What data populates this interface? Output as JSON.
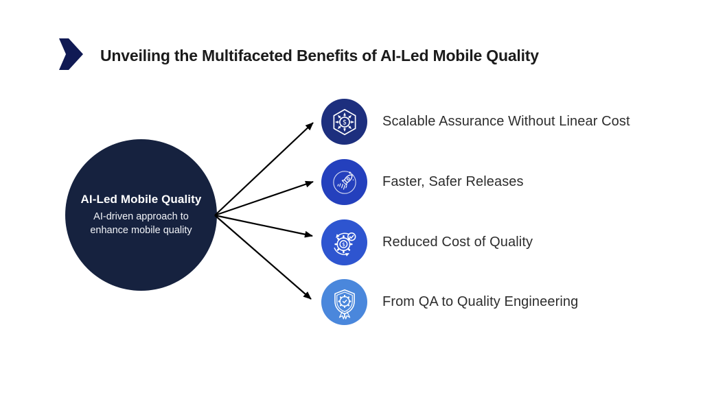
{
  "canvas": {
    "bg_color": "#ffffff"
  },
  "header": {
    "title": "Unveiling the Multifaceted Benefits of AI-Led Mobile Quality",
    "title_color": "#1b1b1b",
    "chevron_color": "#101a54"
  },
  "hub": {
    "title": "AI-Led Mobile Quality",
    "subtitle": "AI-driven approach to enhance mobile quality",
    "bg_color": "#16223f",
    "text_color": "#ffffff"
  },
  "benefits": {
    "items": [
      {
        "label": "Scalable Assurance Without Linear Cost",
        "icon": "scalability-dollar-hexagon-icon",
        "circle_color": "#1d2f7e"
      },
      {
        "label": "Faster, Safer Releases",
        "icon": "rocket-launch-icon",
        "circle_color": "#2440bd"
      },
      {
        "label": "Reduced Cost of Quality",
        "icon": "gear-dollar-check-icon",
        "circle_color": "#2e55d0"
      },
      {
        "label": "From QA to Quality Engineering",
        "icon": "shield-gear-ribbon-icon",
        "circle_color": "#4a87dc"
      }
    ]
  },
  "arrows": {
    "color": "#000000"
  }
}
